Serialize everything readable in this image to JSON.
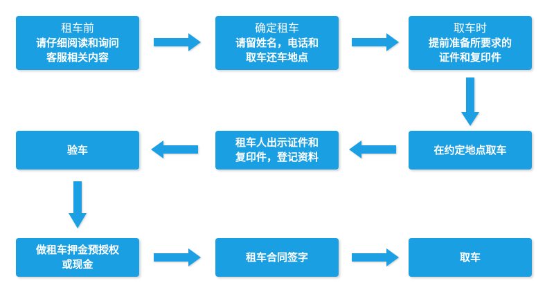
{
  "steps": {
    "s1": {
      "title": "租车前",
      "lines": [
        "请仔细阅读和询问",
        "客服相关内容"
      ]
    },
    "s2": {
      "title": "确定租车",
      "lines": [
        "请留姓名，电话和",
        "取车还车地点"
      ]
    },
    "s3": {
      "title": "取车时",
      "lines": [
        "提前准备所要求的",
        "证件和复印件"
      ]
    },
    "s4": {
      "label": "验车"
    },
    "s5": {
      "lines": [
        "租车人出示证件和",
        "复印件，登记资料"
      ]
    },
    "s6": {
      "label": "在约定地点取车"
    },
    "s7": {
      "lines": [
        "做租车押金预授权",
        "或现金"
      ]
    },
    "s8": {
      "label": "租车合同签字"
    },
    "s9": {
      "label": "取车"
    }
  },
  "colors": {
    "box": "#1a9fe3",
    "arrow": "#1a9fe3",
    "text": "#ffffff"
  }
}
